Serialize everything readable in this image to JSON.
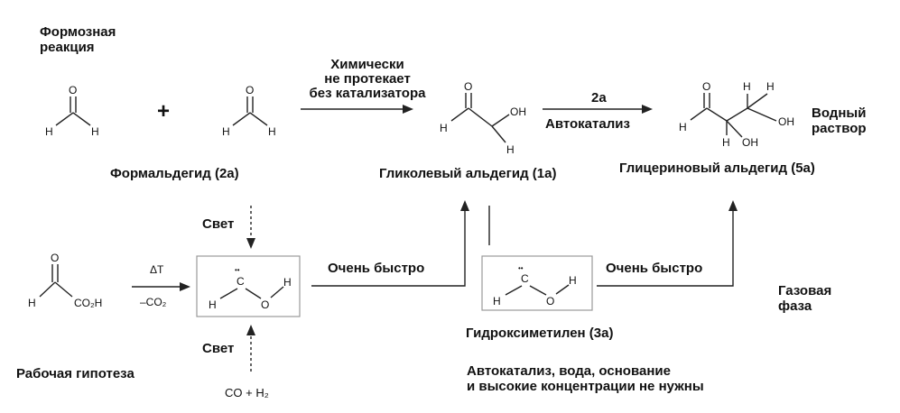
{
  "labels": {
    "formose": [
      "Формозная",
      "реакция"
    ],
    "formaldehyde": "Формальдегид (2a)",
    "no_catalyst": [
      "Химически",
      "не протекает",
      "без катализатора"
    ],
    "arrow_2a": "2a",
    "autocatalysis": "Автокатализ",
    "glycolaldehyde": "Гликолевый альдегид (1a)",
    "glyceraldehyde": "Глицериновый альдегид (5a)",
    "aqueous": [
      "Водный",
      "раствор"
    ],
    "light_top": "Свет",
    "light_bottom": "Свет",
    "delta_t": "ΔT",
    "minus_co2": "–CO₂",
    "very_fast_1": "Очень быстро",
    "very_fast_2": "Очень быстро",
    "gas_phase": [
      "Газовая",
      "фаза"
    ],
    "hydroxymethylene": "Гидроксиметилен (3a)",
    "working_hypothesis": "Рабочая гипотеза",
    "note": [
      "Автокатализ, вода, основание",
      "и высокие концентрации не нужны"
    ],
    "co_h2": "CO + H₂",
    "plus": "+"
  },
  "atoms": {
    "H": "H",
    "O": "O",
    "OH": "OH",
    "CO2H": "CO₂H",
    "C": "C",
    "lone_pair": "••"
  }
}
